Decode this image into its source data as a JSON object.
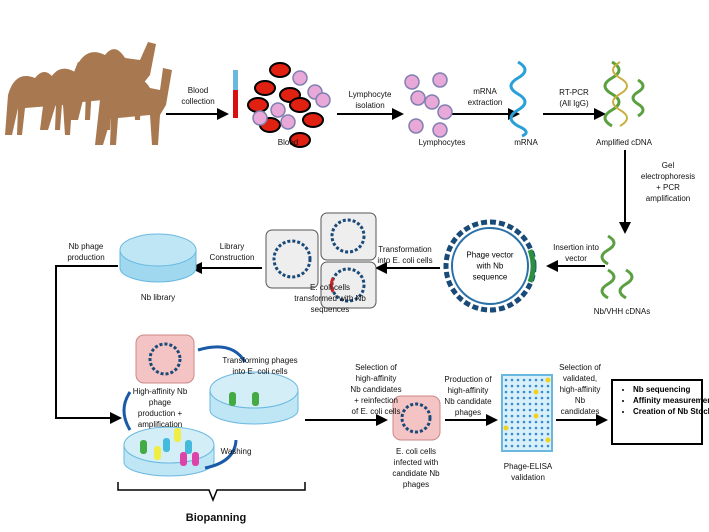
{
  "steps": {
    "blood_collection": "Blood\ncollection",
    "blood": "Blood",
    "lymphocyte_isolation": "Lymphocyte\nisolation",
    "lymphocytes": "Lymphocytes",
    "mrna_extraction": "mRNA\nextraction",
    "mrna": "mRNA",
    "rt_pcr": "RT-PCR\n(All IgG)",
    "amplified_cdna": "Amplified cDNA",
    "gel": "Gel\nelectrophoresis\n+ PCR\namplification",
    "nb_vhh": "Nb/VHH cDNAs",
    "insertion": "Insertion into\nvector",
    "phage_vector": "Phage vector\nwith Nb\nsequence",
    "transformation": "Transformation\ninto E. coli cells",
    "ecoli_transformed": "E. coli cells\ntransformed with Nb\nsequences",
    "library_construction": "Library\nConstruction",
    "nb_library": "Nb library",
    "nb_phage_production": "Nb phage\nproduction",
    "transforming_phages": "Transforming phages\ninto E. coli cells",
    "high_affinity_production": "High-affinity Nb\nphage\nproduction +\namplification",
    "washing": "Washing",
    "biopanning": "Biopanning",
    "selection_reinfection": "Selection of\nhigh-affinity\nNb candidates\n+ reinfection\nof E. coli cells",
    "ecoli_infected": "E. coli cells\ninfected with\ncandidate Nb\nphages",
    "production_candidates": "Production of\nhigh-affinity\nNb candidate\nphages",
    "phage_elisa": "Phage-ELISA\nvalidation",
    "selection_validated": "Selection of\nvalidated,\nhigh-affinity\nNb\ncandidates"
  },
  "results": [
    "Nb sequencing",
    "Affinity measurement",
    "Creation of Nb Stock"
  ],
  "colors": {
    "red_cell": "#e02010",
    "lymphocyte": "#e8a8d8",
    "camel": "#a87850",
    "dish": "#bfe6f5",
    "ecoli": "#f4c4c4",
    "dna_blue": "#1a6aa8"
  }
}
